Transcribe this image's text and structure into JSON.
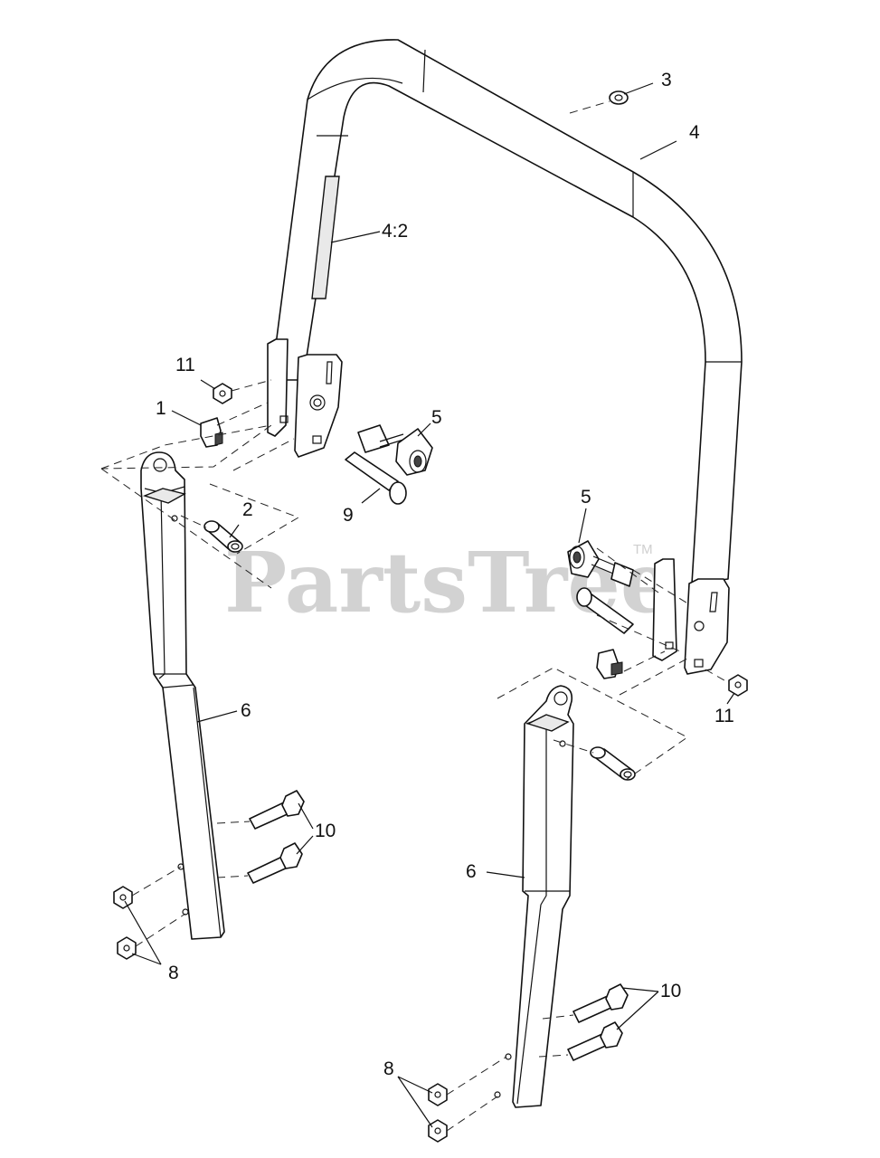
{
  "watermark": {
    "brand": "PartsTree",
    "trademark": "TM"
  },
  "callouts": {
    "c1": "1",
    "c2": "2",
    "c3": "3",
    "c4": "4",
    "c4_2": "4:2",
    "c5_left": "5",
    "c5_right": "5",
    "c6_left": "6",
    "c6_right": "6",
    "c8_left": "8",
    "c8_right": "8",
    "c9": "9",
    "c10_left": "10",
    "c10_right": "10",
    "c11_left": "11",
    "c11_right": "11"
  }
}
